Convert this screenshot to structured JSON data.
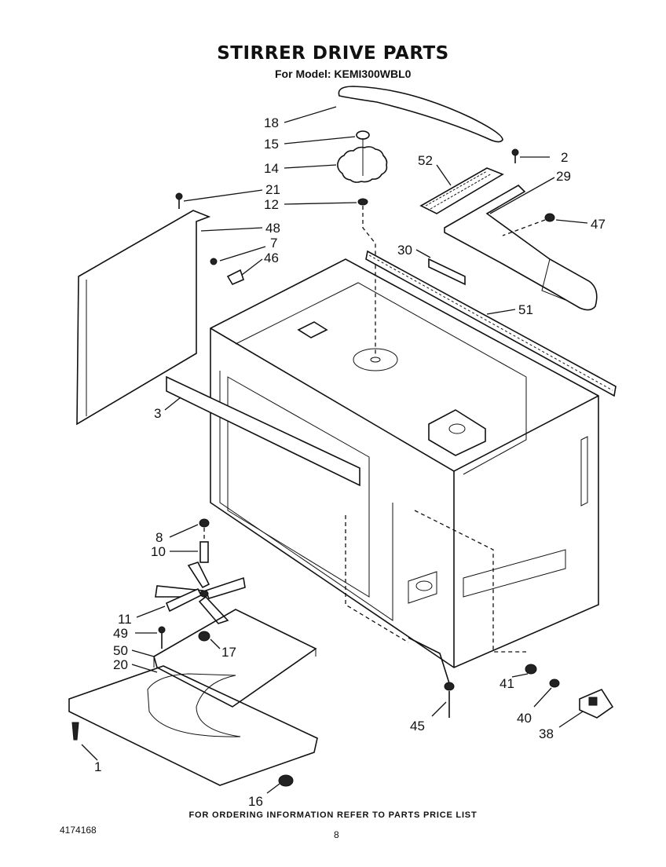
{
  "header": {
    "title": "STIRRER DRIVE PARTS",
    "subtitle": "For Model: KEMI300WBL0"
  },
  "callouts": [
    {
      "id": "c18",
      "label": "18"
    },
    {
      "id": "c15",
      "label": "15"
    },
    {
      "id": "c14",
      "label": "14"
    },
    {
      "id": "c12",
      "label": "12"
    },
    {
      "id": "c2",
      "label": "2"
    },
    {
      "id": "c52",
      "label": "52"
    },
    {
      "id": "c29",
      "label": "29"
    },
    {
      "id": "c21",
      "label": "21"
    },
    {
      "id": "c48",
      "label": "48"
    },
    {
      "id": "c7",
      "label": "7"
    },
    {
      "id": "c46",
      "label": "46"
    },
    {
      "id": "c47",
      "label": "47"
    },
    {
      "id": "c30",
      "label": "30"
    },
    {
      "id": "c51",
      "label": "51"
    },
    {
      "id": "c3",
      "label": "3"
    },
    {
      "id": "c8",
      "label": "8"
    },
    {
      "id": "c10",
      "label": "10"
    },
    {
      "id": "c11",
      "label": "11"
    },
    {
      "id": "c49",
      "label": "49"
    },
    {
      "id": "c17",
      "label": "17"
    },
    {
      "id": "c50",
      "label": "50"
    },
    {
      "id": "c20",
      "label": "20"
    },
    {
      "id": "c1",
      "label": "1"
    },
    {
      "id": "c16",
      "label": "16"
    },
    {
      "id": "c45",
      "label": "45"
    },
    {
      "id": "c41",
      "label": "41"
    },
    {
      "id": "c40",
      "label": "40"
    },
    {
      "id": "c38",
      "label": "38"
    }
  ],
  "footer": {
    "note": "FOR ORDERING INFORMATION REFER TO PARTS PRICE LIST",
    "doc_number": "4174168",
    "page": "8"
  }
}
